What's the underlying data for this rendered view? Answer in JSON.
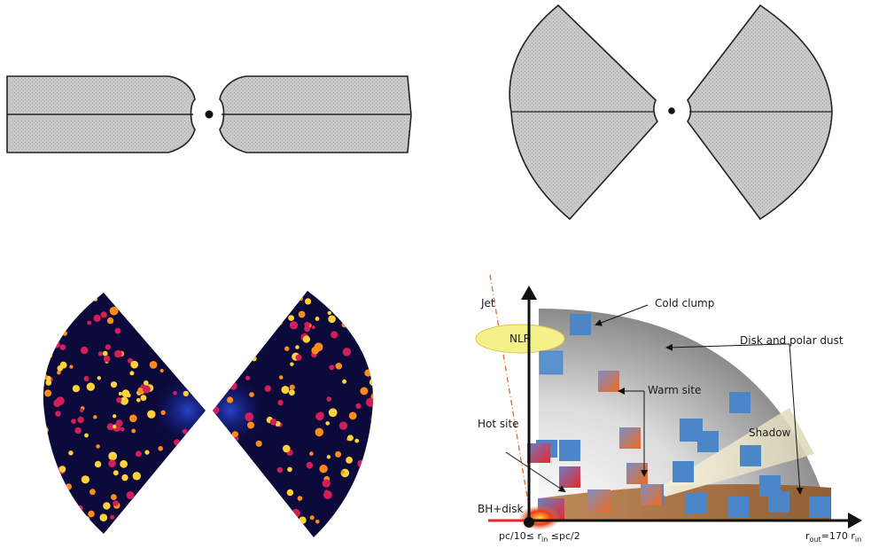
{
  "panels": {
    "a": {
      "kind": "flared-disk-cross-section"
    },
    "b": {
      "kind": "bicone-cross-section"
    },
    "c": {
      "kind": "clumpy-bicone-emission-map",
      "colormap": [
        "#0b0a3a",
        "#3b0d8c",
        "#d21f5a",
        "#ff8c1a",
        "#ffd23c"
      ]
    },
    "d": {
      "kind": "model-schematic",
      "labels": {
        "jet": "Jet",
        "nlr": "NLR",
        "cold_clump": "Cold clump",
        "disk_polar_dust": "Disk and polar dust",
        "warm_site": "Warm site",
        "shadow": "Shadow",
        "hot_site": "Hot site",
        "bh_disk": "BH+disk",
        "x_axis_inner_prefix": "pc/10≤ r",
        "x_axis_inner_sub": "in",
        "x_axis_inner_suffix": " ≤pc/2",
        "x_axis_outer_prefix": "r",
        "x_axis_outer_sub": "out",
        "x_axis_outer_suffix": "=170 r",
        "x_axis_outer_sub2": "in"
      },
      "colors": {
        "clump": "#4a86c8",
        "nlr": "#f4f08a",
        "jet": "#e0703a",
        "dust_floor": "#9a6a3c",
        "warm": "#e8702a",
        "hot": "#e8262a"
      }
    }
  }
}
